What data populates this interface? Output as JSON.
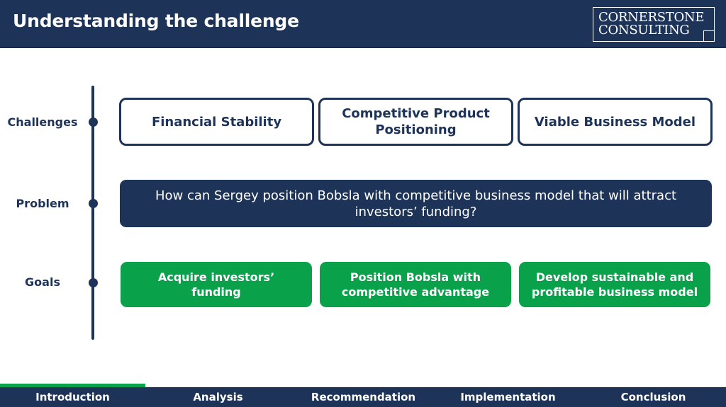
{
  "header": {
    "title": "Understanding the challenge",
    "logo_line1": "CORNERSTONE",
    "logo_line2": "CONSULTING"
  },
  "rows": {
    "challenges_label": "Challenges",
    "problem_label": "Problem",
    "goals_label": "Goals"
  },
  "challenges": [
    "Financial Stability",
    "Competitive Product Positioning",
    "Viable Business Model"
  ],
  "problem": "How can Sergey position Bobsla with competitive business model that will attract investors’ funding?",
  "goals": [
    "Acquire investors’ funding",
    "Position Bobsla with competitive advantage",
    "Develop sustainable and profitable business model"
  ],
  "footer": {
    "items": [
      "Introduction",
      "Analysis",
      "Recommendation",
      "Implementation",
      "Conclusion"
    ],
    "active_index": 0
  },
  "colors": {
    "navy": "#1e3358",
    "green": "#0aa14b",
    "white": "#ffffff"
  }
}
